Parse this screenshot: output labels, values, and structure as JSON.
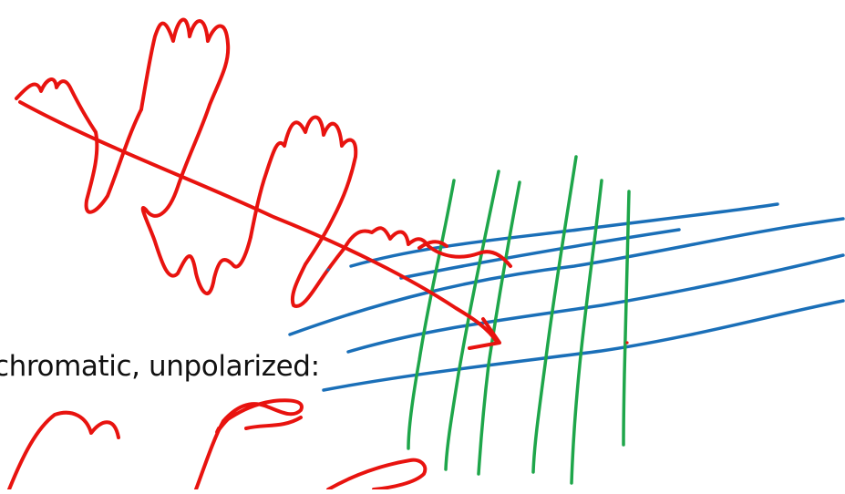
{
  "caption": {
    "text": "chromatic, unpolarized:"
  },
  "colors": {
    "background": "#ffffff",
    "ink_red": "#e8130f",
    "ink_blue": "#1a6fb8",
    "ink_green": "#1ea64a",
    "text": "#111111"
  },
  "strokes": {
    "red_wave_icon": "squiggle-wave",
    "blue_lines_icon": "horizontal-lines",
    "green_lines_icon": "vertical-lines"
  }
}
